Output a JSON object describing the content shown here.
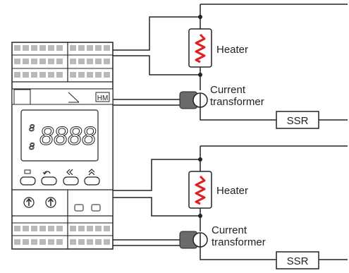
{
  "controller": {
    "model_badge": "HM",
    "display_digits": "8888",
    "small_digits": [
      "8",
      "8"
    ],
    "button_icons": [
      "mode-icon",
      "cycle-arrow-icon",
      "double-chevron-left-icon",
      "double-chevron-up-icon"
    ],
    "arrow_icons": [
      "up-arrow-circle-icon",
      "up-arrow-circle-icon"
    ]
  },
  "loops": [
    {
      "heater_label": "Heater",
      "ct_label_line1": "Current",
      "ct_label_line2": "transformer",
      "ssr_label": "SSR"
    },
    {
      "heater_label": "Heater",
      "ct_label_line1": "Current",
      "ct_label_line2": "transformer",
      "ssr_label": "SSR"
    }
  ],
  "colors": {
    "line": "#222222",
    "heater_zigzag": "#e02020",
    "ct_body": "#6b6b6b",
    "terminal_gray": "#b9b9b9"
  }
}
